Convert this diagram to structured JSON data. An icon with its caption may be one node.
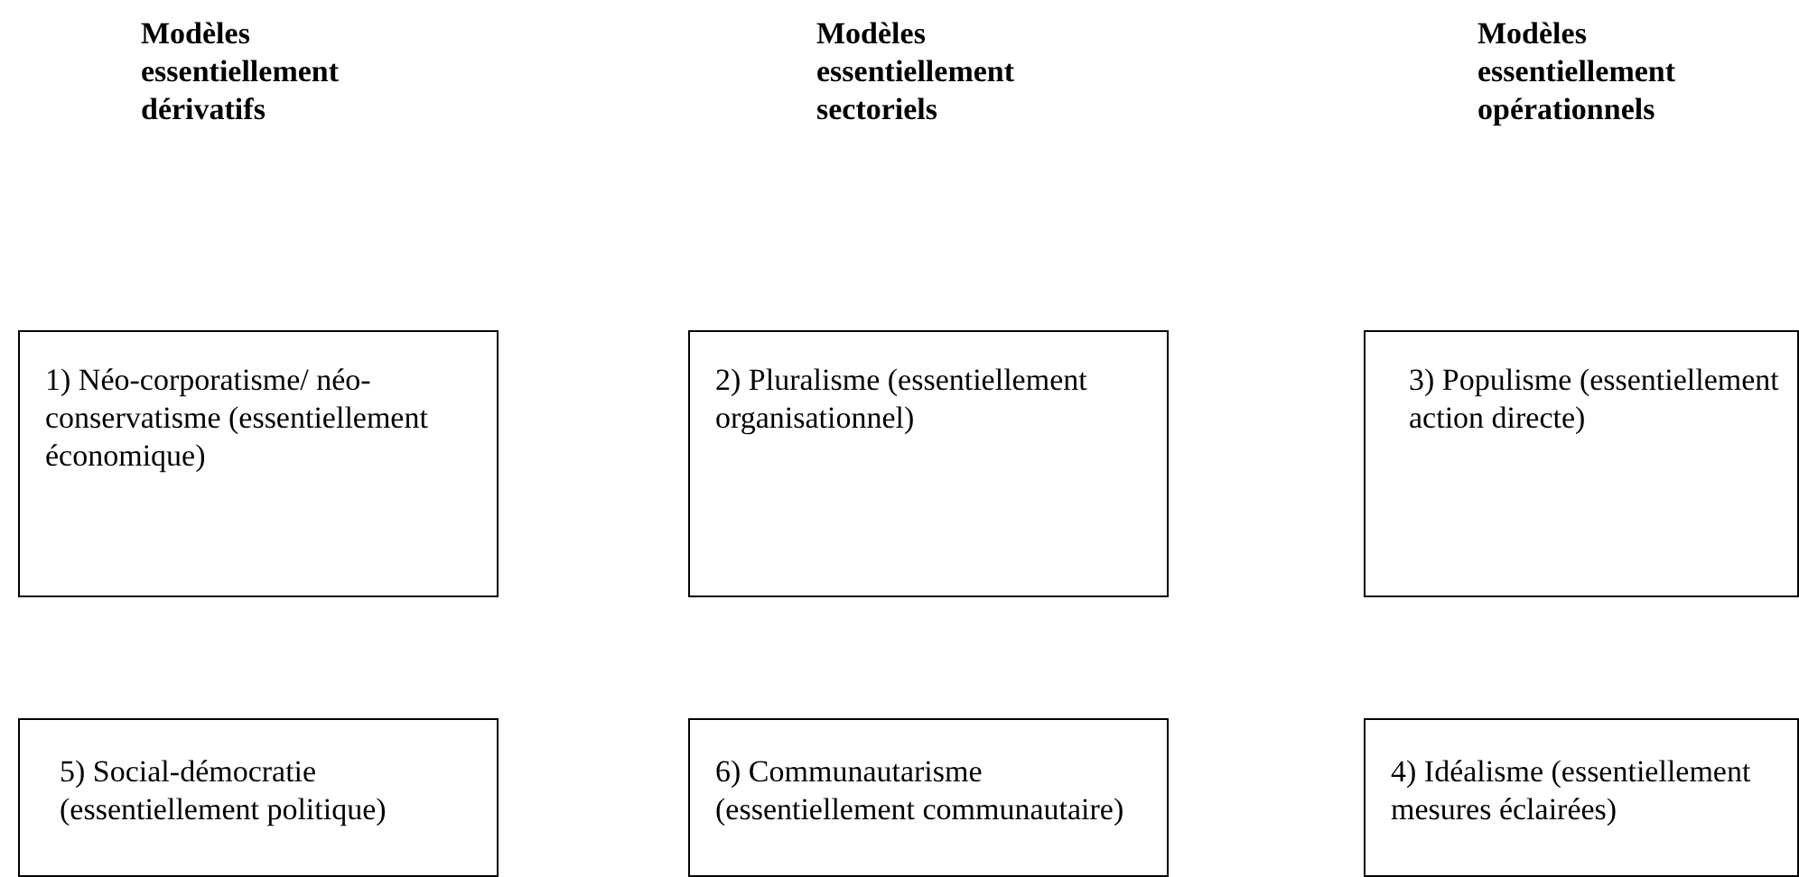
{
  "diagram": {
    "nodes": [
      {
        "text": [
          "1) Néo-corporatisme/ néo-conservatisme (essentiellement économique)"
        ]
      },
      {
        "text": [
          "2) Pluralisme (essentiellement organisationnel)"
        ]
      },
      {
        "text": [
          "3) Populisme (essentiellement action directe)"
        ]
      },
      {
        "text": [
          "5) Social-démocratie (essentiellement politique)"
        ]
      },
      {
        "text": [
          "6) Communautarisme (essentiellement communautaire)"
        ]
      },
      {
        "text": [
          "4) Idéalisme (essentiellement mesures éclairées)"
        ]
      }
    ],
    "labels": [
      "Modèles essentiellement dérivatifs",
      "Modèles essentiellement sectoriels",
      "Modèles essentiellement opérationnels"
    ]
  }
}
